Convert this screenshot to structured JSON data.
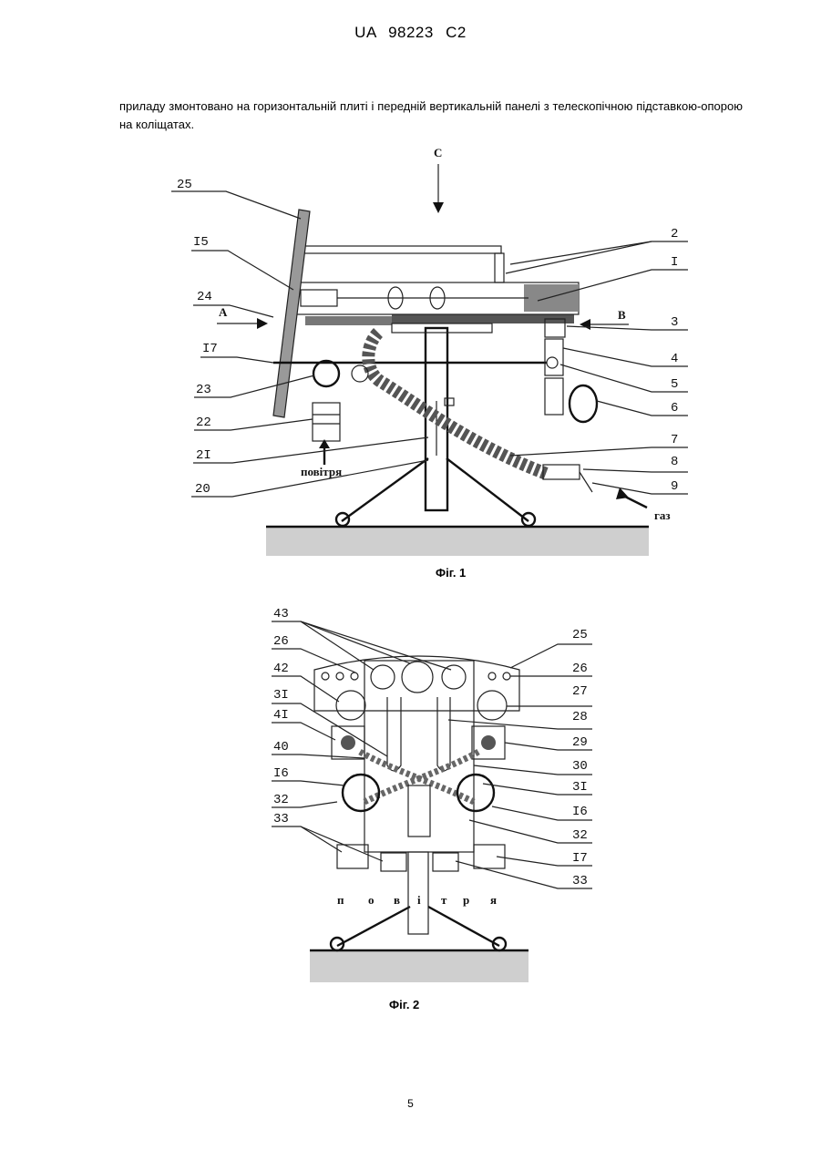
{
  "header": {
    "code": "UA   98223   C2"
  },
  "paragraph": "приладу змонтовано на горизонтальній плиті і передній вертикальній панелі з телескопічною підставкою-опорою на коліщатах.",
  "figure1": {
    "caption": "Фіг. 1",
    "label_C": "C",
    "label_A": "A",
    "label_B": "B",
    "air_text": "повітря",
    "gas_text": "газ",
    "numbers": {
      "n25": "25",
      "n15": "I5",
      "n24": "24",
      "n17": "I7",
      "n23": "23",
      "n22": "22",
      "n21": "2I",
      "n20": "20",
      "n2": "2",
      "n1": "I",
      "n3": "3",
      "n4": "4",
      "n5": "5",
      "n6": "6",
      "n7": "7",
      "n8": "8",
      "n9": "9"
    }
  },
  "figure2": {
    "caption": "Фіг. 2",
    "air_letters": [
      "п",
      "о",
      "в",
      "і",
      "т",
      "р",
      "я"
    ],
    "numbers": {
      "n43": "43",
      "n26a": "26",
      "n42": "42",
      "n31a": "3I",
      "n41": "4I",
      "n40": "40",
      "n16a": "I6",
      "n32a": "32",
      "n33a": "33",
      "n25": "25",
      "n26b": "26",
      "n27": "27",
      "n28": "28",
      "n29": "29",
      "n30": "30",
      "n31b": "3I",
      "n16b": "I6",
      "n32b": "32",
      "n17": "I7",
      "n33b": "33"
    }
  },
  "page_number": "5"
}
